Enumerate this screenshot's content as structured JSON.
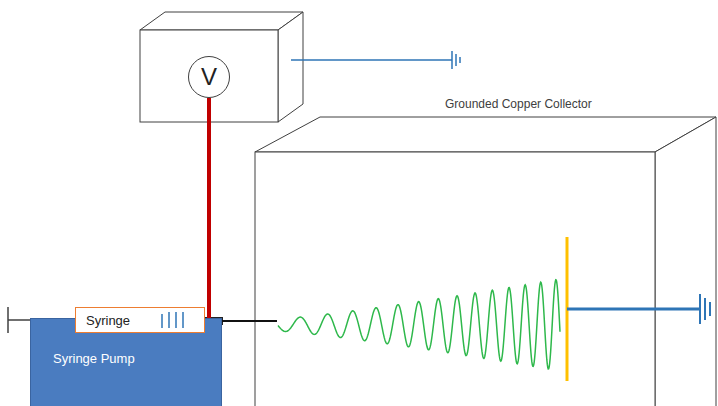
{
  "diagram": {
    "nodes": [
      {
        "text": [
          "V"
        ]
      },
      {
        "text": [
          "Syringe"
        ]
      },
      {
        "text": [
          "Syringe Pump"
        ]
      }
    ],
    "edges": [
      {
        "from": 0,
        "to": 1,
        "arrow": "none"
      }
    ],
    "labels": [
      "Grounded Copper Collector"
    ]
  }
}
